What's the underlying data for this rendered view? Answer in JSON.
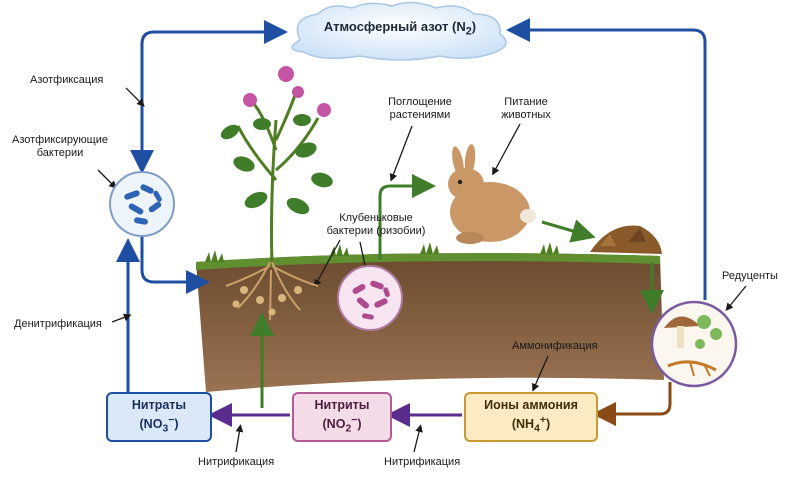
{
  "cloud": {
    "title": "Атмосферный азот (N",
    "sub": "2",
    "close": ")"
  },
  "labels": {
    "fixation": "Азотфиксация",
    "fixing_bacteria_1": "Азотфиксирующие",
    "fixing_bacteria_2": "бактерии",
    "plant_uptake_1": "Поглощение",
    "plant_uptake_2": "растениями",
    "animal_feed_1": "Питание",
    "animal_feed_2": "животных",
    "nodule_1": "Клубеньковые",
    "nodule_2": "бактерии (ризобии)",
    "decomposers": "Редуценты",
    "ammonification": "Аммонификация",
    "denitrification": "Денитрификация",
    "nitrification_1": "Нитрификация",
    "nitrification_2": "Нитрификация"
  },
  "boxes": {
    "nitrates": {
      "name": "Нитраты",
      "formula": "(NO",
      "sub": "3",
      "sup": "−",
      "close": ")"
    },
    "nitrites": {
      "name": "Нитриты",
      "formula": "(NO",
      "sub": "2",
      "sup": "−",
      "close": ")"
    },
    "ammonium": {
      "name": "Ионы аммония",
      "formula": "(NH",
      "sub": "4",
      "sup": "+",
      "close": ")"
    }
  },
  "colors": {
    "blue": "#1f4fa3",
    "green": "#3f7d2a",
    "purple": "#5a2d8c",
    "brown": "#8a4a16",
    "soil": "#7a5436",
    "grass": "#5f8f2e",
    "nitrate_fill": "#dbe8f8",
    "nitrite_fill": "#f4dbe8",
    "ammonium_fill": "#fbeac2"
  }
}
